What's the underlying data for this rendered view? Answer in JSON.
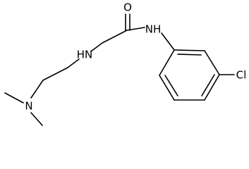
{
  "molecule": {
    "atoms": {
      "carbonyl_oxygen": "O",
      "amide_nitrogen": "NH",
      "amine_nitrogen": "HN",
      "dimethyl_nitrogen": "N",
      "chlorine": "Cl"
    },
    "line_color": "#000000"
  }
}
